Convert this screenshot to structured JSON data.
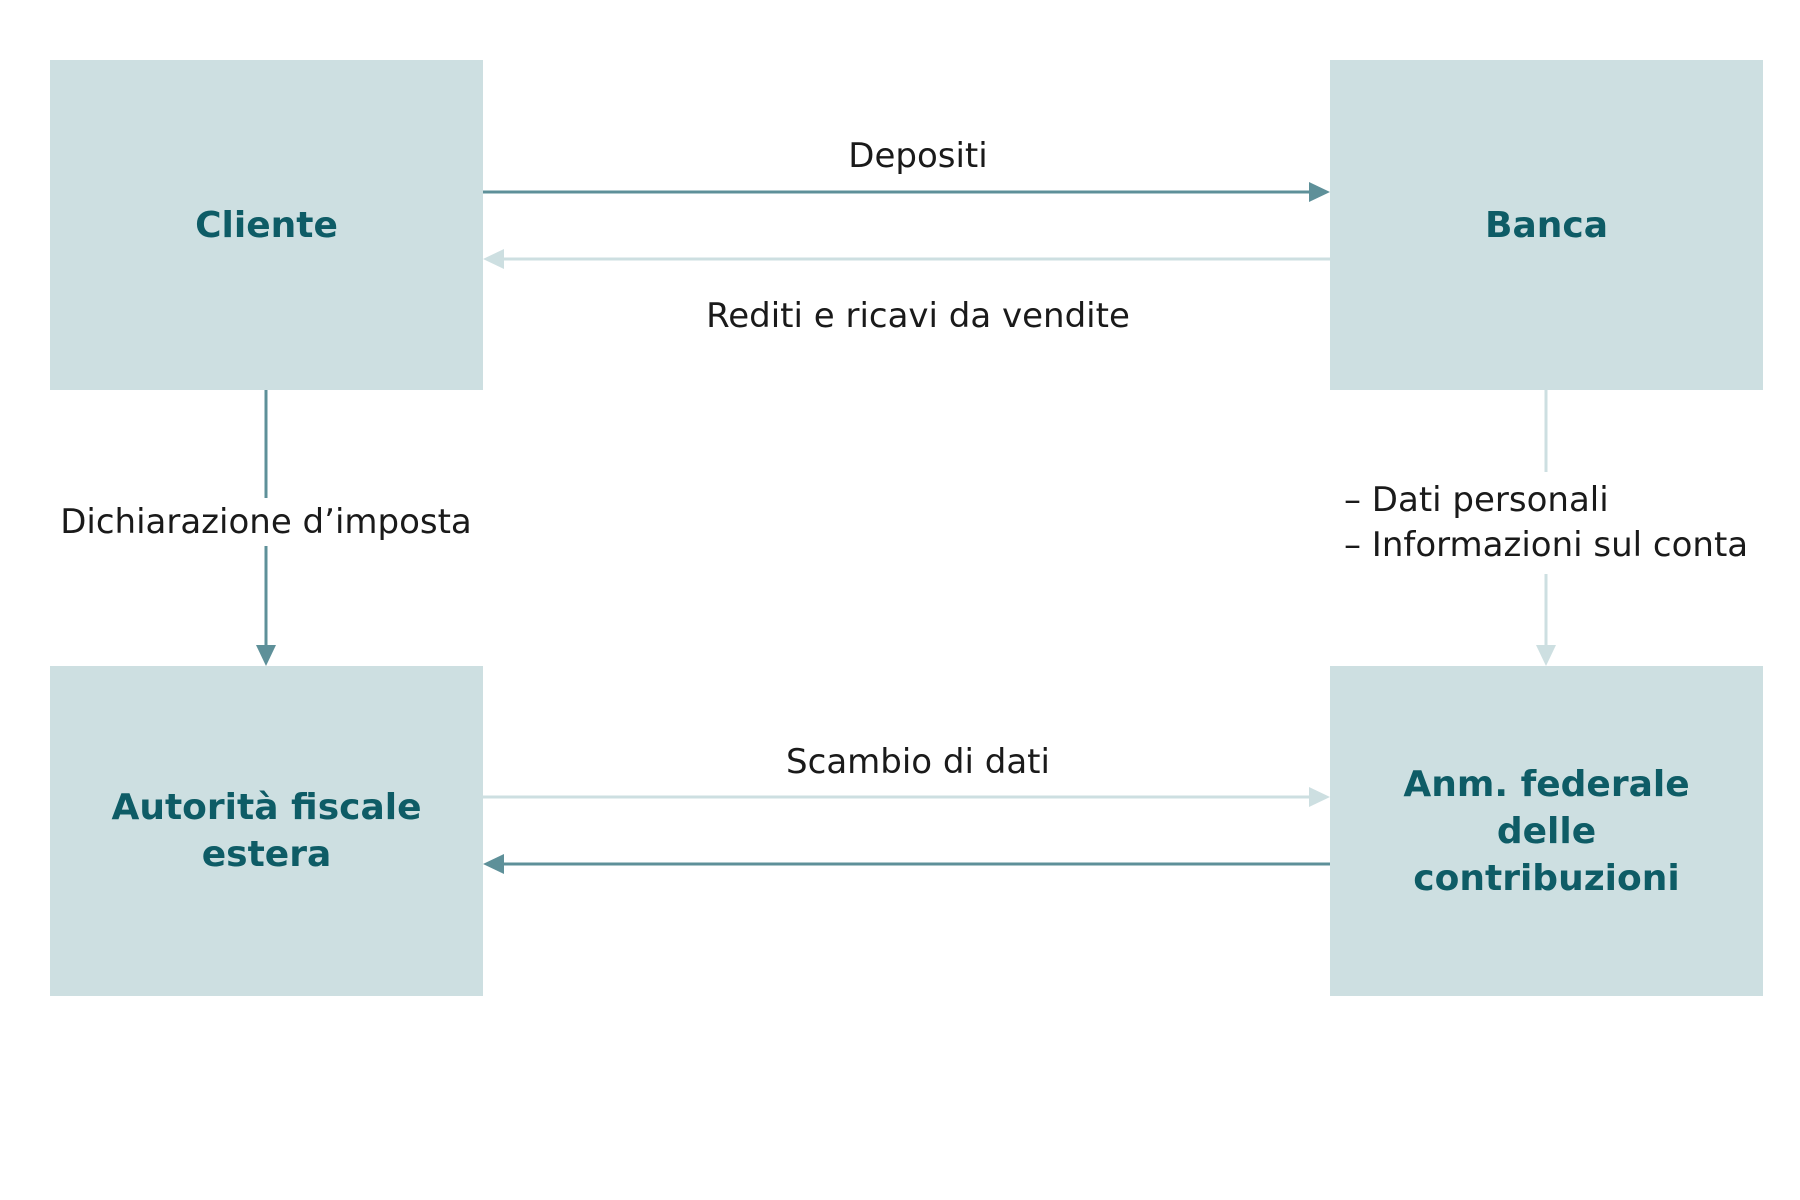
{
  "nodes": {
    "cliente": "Cliente",
    "banca": "Banca",
    "autorita": "Autorità fiscale\nestera",
    "anm": "Anm. federale delle\ncontribuzioni"
  },
  "edges": {
    "depositi": "Depositi",
    "rediti": "Rediti e ricavi da vendite",
    "dichiarazione": "Dichiarazione d’imposta",
    "dati_personali": "– Dati personali",
    "informazioni_conto": "– Informazioni sul conta",
    "scambio": "Scambio di dati"
  },
  "colors": {
    "box_fill": "#cddfe1",
    "box_text": "#0e5c66",
    "arrow_dark": "#5e9099",
    "arrow_light": "#cddfe1",
    "label_text": "#1a1a1a"
  }
}
